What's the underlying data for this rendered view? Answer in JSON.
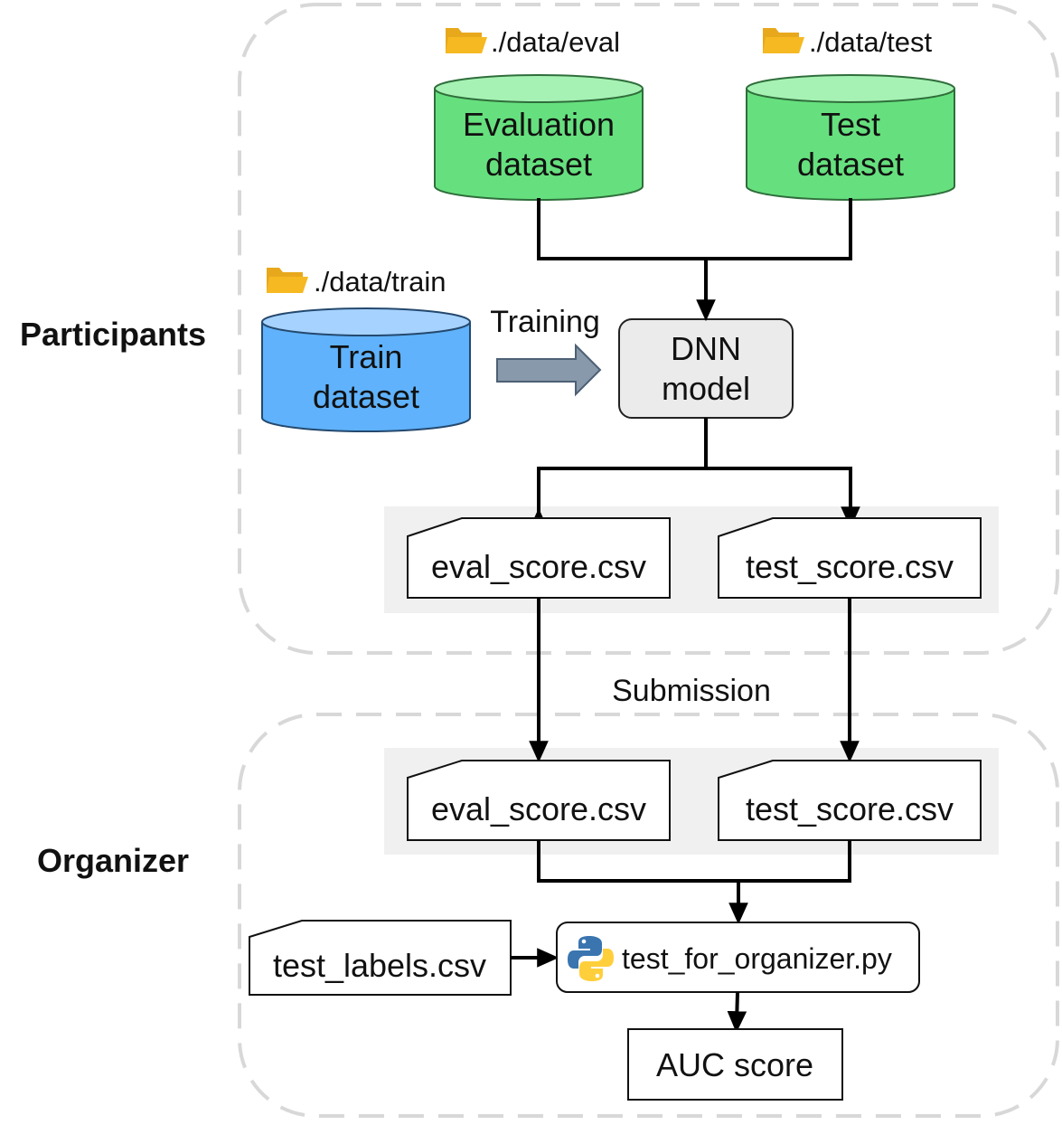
{
  "sections": {
    "participants": "Participants",
    "organizer": "Organizer"
  },
  "folders": {
    "eval": "./data/eval",
    "test": "./data/test",
    "train": "./data/train"
  },
  "datasets": {
    "eval": [
      "Evaluation",
      "dataset"
    ],
    "test": [
      "Test",
      "dataset"
    ],
    "train": [
      "Train",
      "dataset"
    ]
  },
  "model": [
    "DNN",
    "model"
  ],
  "labels": {
    "training": "Training",
    "submission": "Submission"
  },
  "files": {
    "eval_score": "eval_score.csv",
    "test_score": "test_score.csv",
    "test_labels": "test_labels.csv"
  },
  "script": {
    "name": "test_for_organizer.py",
    "icon": "python-logo-icon"
  },
  "result": "AUC score",
  "colors": {
    "eval_test_db": "#66e07e",
    "eval_test_db_top": "#a6f2b4",
    "train_db": "#5fb2fb",
    "train_db_top": "#a6d2ff",
    "model_box": "#ebebeb",
    "folder": "#f6b922",
    "arrow_training": "#8799aa",
    "group_bg": "#f0f0f0",
    "dashed_border": "#d8d8d8"
  }
}
